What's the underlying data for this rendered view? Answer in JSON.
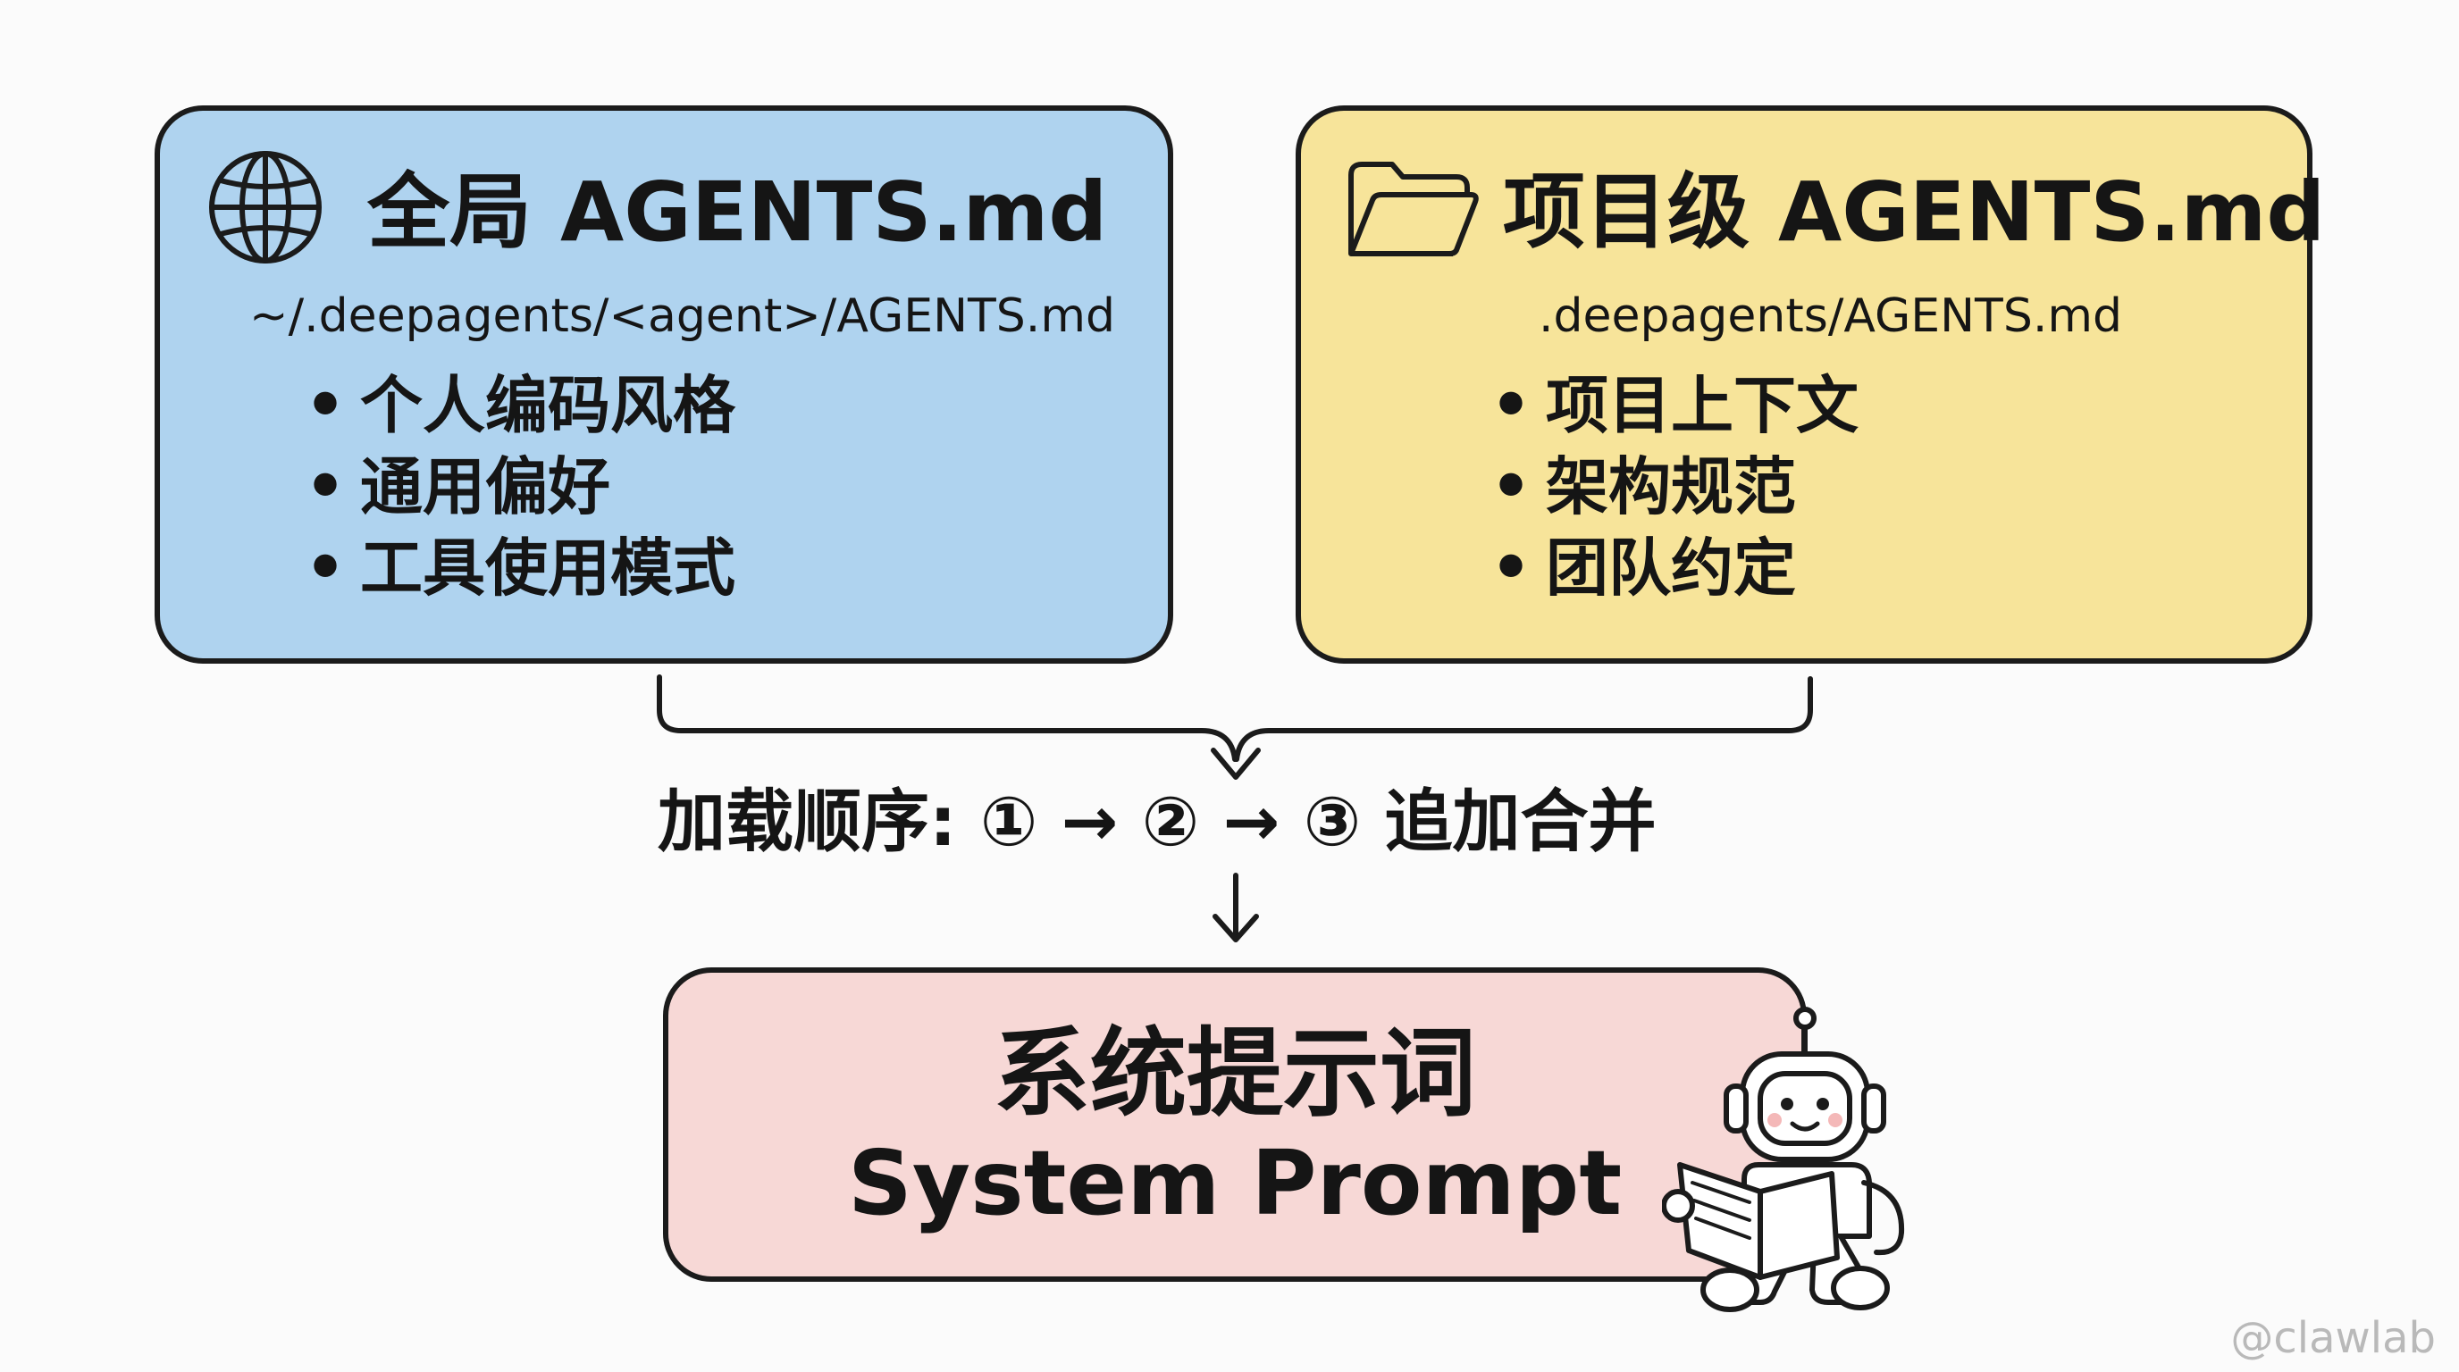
{
  "global_card": {
    "title": "全局 AGENTS.md",
    "path": "~/.deepagents/<agent>/AGENTS.md",
    "icon": "globe-icon",
    "color": "#afd3ef",
    "items": [
      "个人编码风格",
      "通用偏好",
      "工具使用模式"
    ]
  },
  "project_card": {
    "title": "项目级 AGENTS.md",
    "path": ".deepagents/AGENTS.md",
    "icon": "folder-icon",
    "color": "#f7e49a",
    "items": [
      "项目上下文",
      "架构规范",
      "团队约定"
    ]
  },
  "load_order": {
    "text": "加载顺序: ① → ② → ③ 追加合并"
  },
  "system_prompt": {
    "title_cn": "系统提示词",
    "title_en": "System Prompt",
    "icon": "reading-robot-icon",
    "color": "#f7d8d6"
  },
  "watermark": "@clawlab"
}
